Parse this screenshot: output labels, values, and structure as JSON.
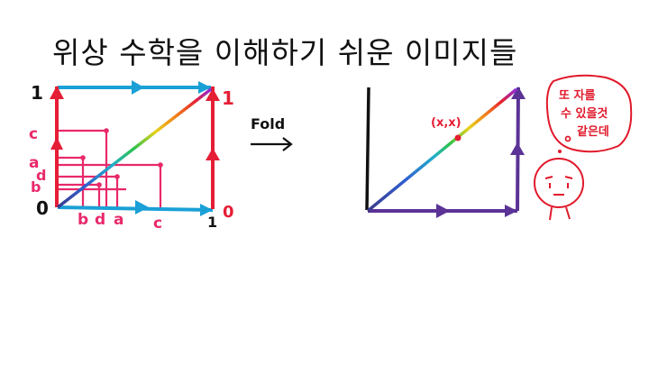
{
  "title": "위상 수학을 이해하기 쉬운 이미지들",
  "colors": {
    "blue": "#1aa0d6",
    "red": "#e51e35",
    "pink": "#e8296b",
    "purple": "#5b3396",
    "black": "#111111",
    "annotation": "#e0192b"
  },
  "left_square": {
    "corner_labels": {
      "top_left": "1",
      "bottom_left": "0",
      "top_right": "1",
      "bottom_right": "0"
    },
    "y_labels": [
      "c",
      "a",
      "d",
      "b"
    ],
    "x_labels": [
      "b",
      "d",
      "a",
      "c"
    ],
    "bottom_right_extra": "1"
  },
  "operation": {
    "label": "Fold",
    "arrow": "→"
  },
  "right_square": {
    "point_label": "(x,x)"
  },
  "speech_bubble": {
    "lines": [
      "또 자를",
      "수 있을것",
      "같은데"
    ]
  }
}
